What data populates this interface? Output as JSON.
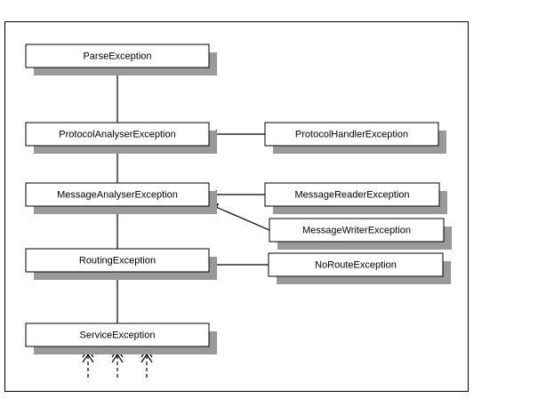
{
  "diagram": {
    "classes": {
      "parse_exception": "ParseException",
      "protocol_analyser_exception": "ProtocolAnalyserException",
      "protocol_handler_exception": "ProtocolHandlerException",
      "message_analyser_exception": "MessageAnalyserException",
      "message_reader_exception": "MessageReaderException",
      "message_writer_exception": "MessageWriterException",
      "routing_exception": "RoutingException",
      "no_route_exception": "NoRouteException",
      "service_exception": "ServiceException"
    },
    "edges": [
      {
        "from": "protocol_analyser_exception",
        "to": "parse_exception"
      },
      {
        "from": "protocol_handler_exception",
        "to": "protocol_analyser_exception"
      },
      {
        "from": "message_analyser_exception",
        "to": "protocol_analyser_exception"
      },
      {
        "from": "message_reader_exception",
        "to": "message_analyser_exception"
      },
      {
        "from": "message_writer_exception",
        "to": "message_analyser_exception"
      },
      {
        "from": "routing_exception",
        "to": "message_analyser_exception"
      },
      {
        "from": "no_route_exception",
        "to": "routing_exception"
      },
      {
        "from": "service_exception",
        "to": "routing_exception"
      }
    ],
    "open_subclass_count": 3
  }
}
